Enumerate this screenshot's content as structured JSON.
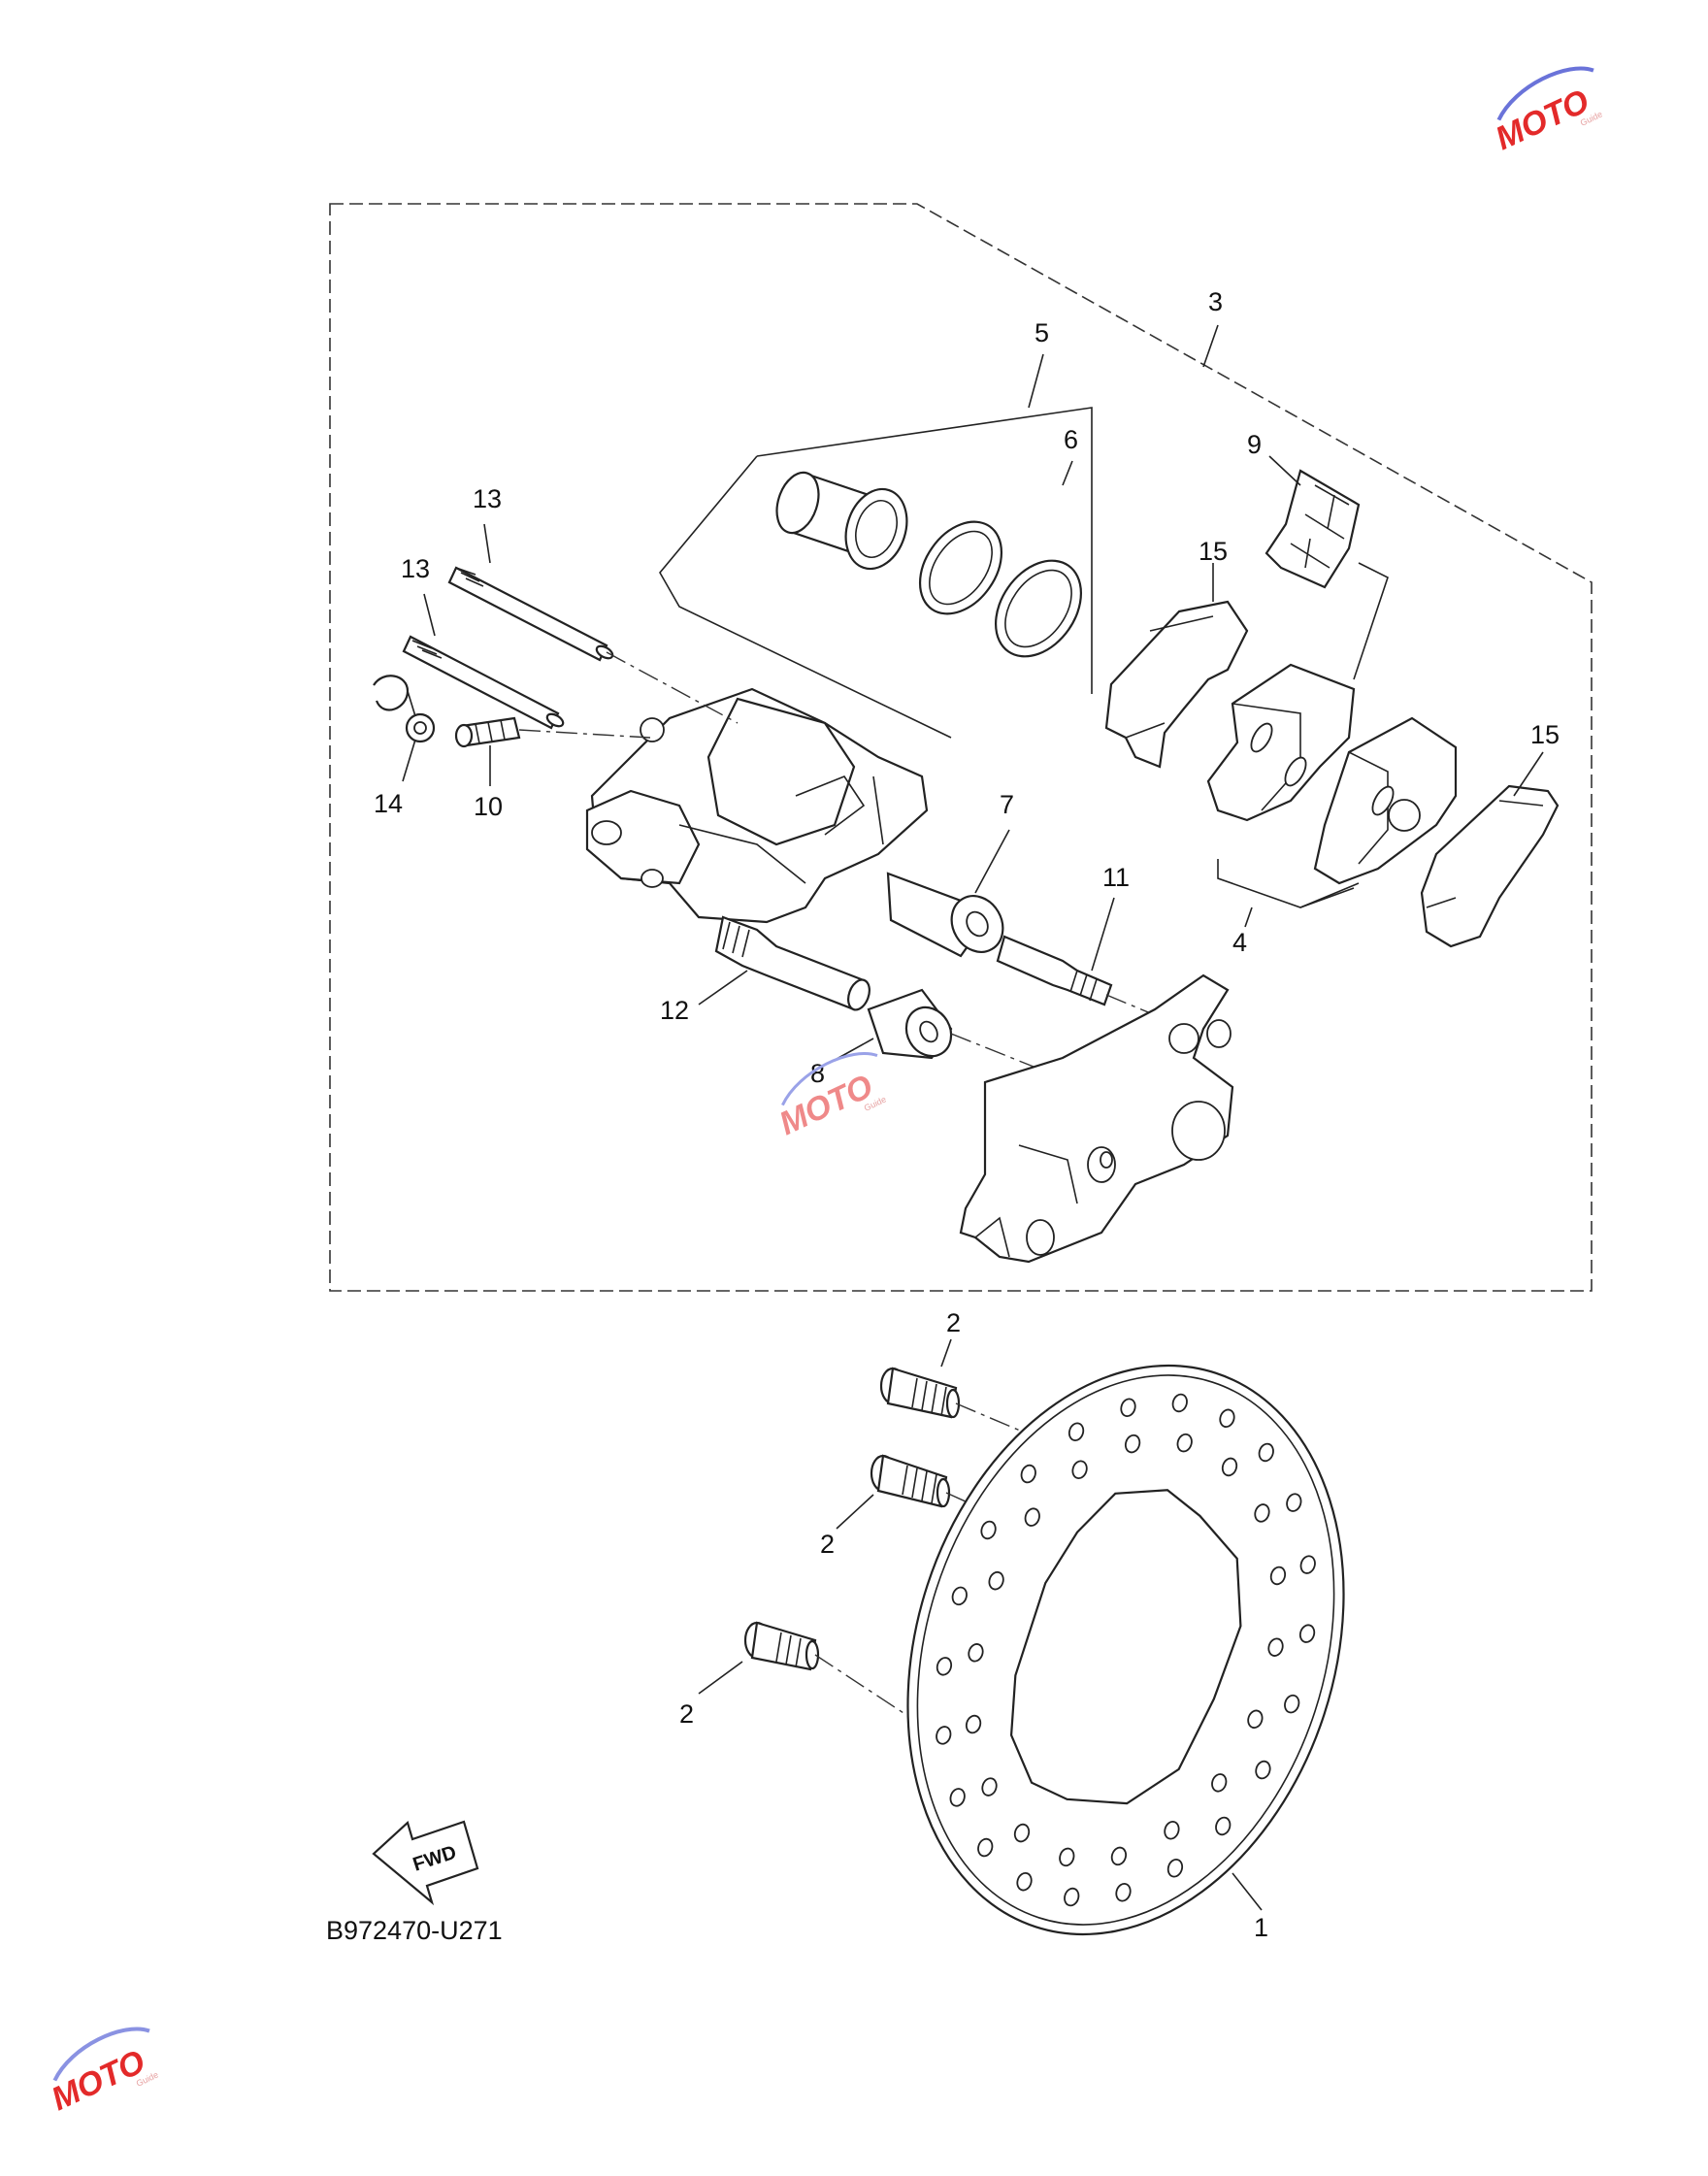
{
  "diagram": {
    "drawing_code": "B972470-U271",
    "fwd_label": "FWD",
    "callouts": {
      "c1": "1",
      "c2a": "2",
      "c2b": "2",
      "c2c": "2",
      "c3": "3",
      "c4": "4",
      "c5": "5",
      "c6": "6",
      "c7": "7",
      "c8": "8",
      "c9": "9",
      "c10": "10",
      "c11": "11",
      "c12": "12",
      "c13a": "13",
      "c13b": "13",
      "c14": "14",
      "c15a": "15",
      "c15b": "15"
    }
  },
  "watermark": {
    "logo_text": "MOTO",
    "sub_text": "Guide"
  }
}
